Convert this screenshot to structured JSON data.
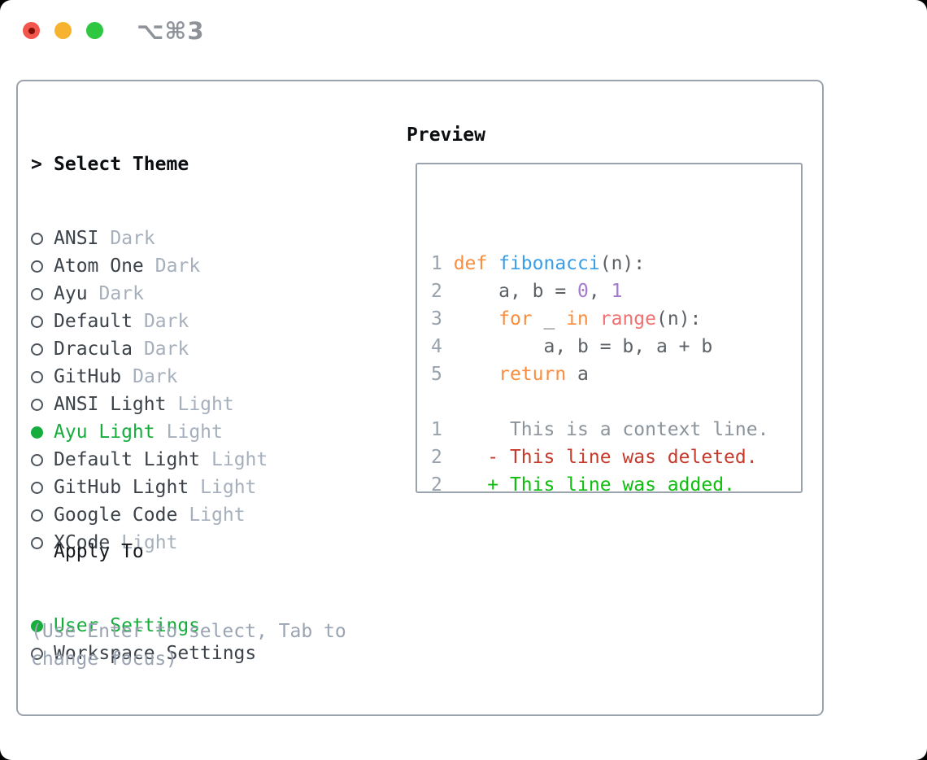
{
  "window": {
    "shortcut_label": "⌥⌘3"
  },
  "titlebar": {
    "buttons": [
      "close",
      "minimize",
      "zoom"
    ]
  },
  "theme_panel": {
    "cursor": ">",
    "heading": "Select Theme",
    "themes": [
      {
        "name": "ANSI",
        "variant": "Dark",
        "selected": false
      },
      {
        "name": "Atom One",
        "variant": "Dark",
        "selected": false
      },
      {
        "name": "Ayu",
        "variant": "Dark",
        "selected": false
      },
      {
        "name": "Default",
        "variant": "Dark",
        "selected": false
      },
      {
        "name": "Dracula",
        "variant": "Dark",
        "selected": false
      },
      {
        "name": "GitHub",
        "variant": "Dark",
        "selected": false
      },
      {
        "name": "ANSI Light",
        "variant": "Light",
        "selected": false
      },
      {
        "name": "Ayu Light",
        "variant": "Light",
        "selected": true
      },
      {
        "name": "Default Light",
        "variant": "Light",
        "selected": false
      },
      {
        "name": "GitHub Light",
        "variant": "Light",
        "selected": false
      },
      {
        "name": "Google Code",
        "variant": "Light",
        "selected": false
      },
      {
        "name": "XCode",
        "variant": "Light",
        "selected": false
      }
    ],
    "apply_heading": "Apply To",
    "apply_options": [
      {
        "label": "User Settings",
        "selected": true
      },
      {
        "label": "Workspace Settings",
        "selected": false
      }
    ],
    "hint": "(Use Enter to select, Tab to change focus)"
  },
  "preview_panel": {
    "heading": "Preview",
    "code_lines": [
      {
        "num": "1 ",
        "segs": [
          [
            "def ",
            "kw"
          ],
          [
            "fibonacci",
            "fn"
          ],
          [
            "(n):",
            "fg"
          ]
        ]
      },
      {
        "num": "2 ",
        "segs": [
          [
            "    a, b = ",
            "fg"
          ],
          [
            "0",
            "const"
          ],
          [
            ", ",
            "fg"
          ],
          [
            "1",
            "const"
          ]
        ]
      },
      {
        "num": "3 ",
        "segs": [
          [
            "    ",
            "fg"
          ],
          [
            "for",
            "kw"
          ],
          [
            " _ ",
            "fg"
          ],
          [
            "in",
            "kw"
          ],
          [
            " ",
            "fg"
          ],
          [
            "range",
            "special"
          ],
          [
            "(n):",
            "fg"
          ]
        ]
      },
      {
        "num": "4 ",
        "segs": [
          [
            "        a, b = b, a + b",
            "fg"
          ]
        ]
      },
      {
        "num": "5 ",
        "segs": [
          [
            "    ",
            "fg"
          ],
          [
            "return",
            "kw"
          ],
          [
            " a",
            "fg"
          ]
        ]
      },
      {
        "num": "",
        "segs": []
      },
      {
        "num": "1 ",
        "segs": [
          [
            "     This is a context line.",
            "ctx"
          ]
        ]
      },
      {
        "num": "2 ",
        "segs": [
          [
            "   - This line was deleted.",
            "del"
          ]
        ]
      },
      {
        "num": "2 ",
        "segs": [
          [
            "   + This line was added.",
            "add"
          ]
        ]
      }
    ]
  },
  "colors": {
    "accent_green": "#16ad3d",
    "diff_added": "#0fbd0f",
    "diff_deleted": "#c53a2b",
    "syntax_keyword": "#fa8d3e",
    "syntax_function": "#399ee6",
    "syntax_constant": "#a37acc",
    "syntax_special": "#f07171",
    "syntax_foreground": "#5c6166",
    "line_number": "#98a2ac",
    "context_line": "#8b939b",
    "traffic_red": "#f2564d",
    "traffic_yellow": "#f7b32f",
    "traffic_green": "#2fc741"
  }
}
